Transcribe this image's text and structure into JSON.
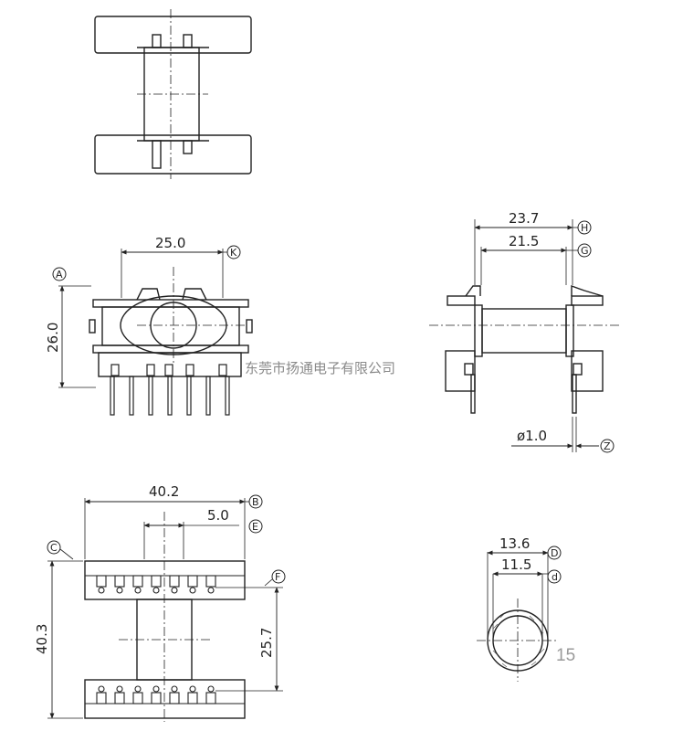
{
  "dimensions": {
    "d_25_0": "25.0",
    "d_26_0": "26.0",
    "d_23_7": "23.7",
    "d_21_5": "21.5",
    "d_phi_1_0": "ø1.0",
    "d_40_2": "40.2",
    "d_5_0": "5.0",
    "d_40_3": "40.3",
    "d_25_7": "25.7",
    "d_13_6": "13.6",
    "d_11_5": "11.5"
  },
  "tags": {
    "A": "A",
    "K": "K",
    "H": "H",
    "G": "G",
    "Z": "Z",
    "B": "B",
    "E": "E",
    "C": "C",
    "F": "F",
    "D": "D",
    "d": "d"
  },
  "watermark": "东莞市扬通电子有限公司",
  "page_number": "15",
  "colors": {
    "line": "#222222",
    "grey": "#9a9a9a"
  }
}
